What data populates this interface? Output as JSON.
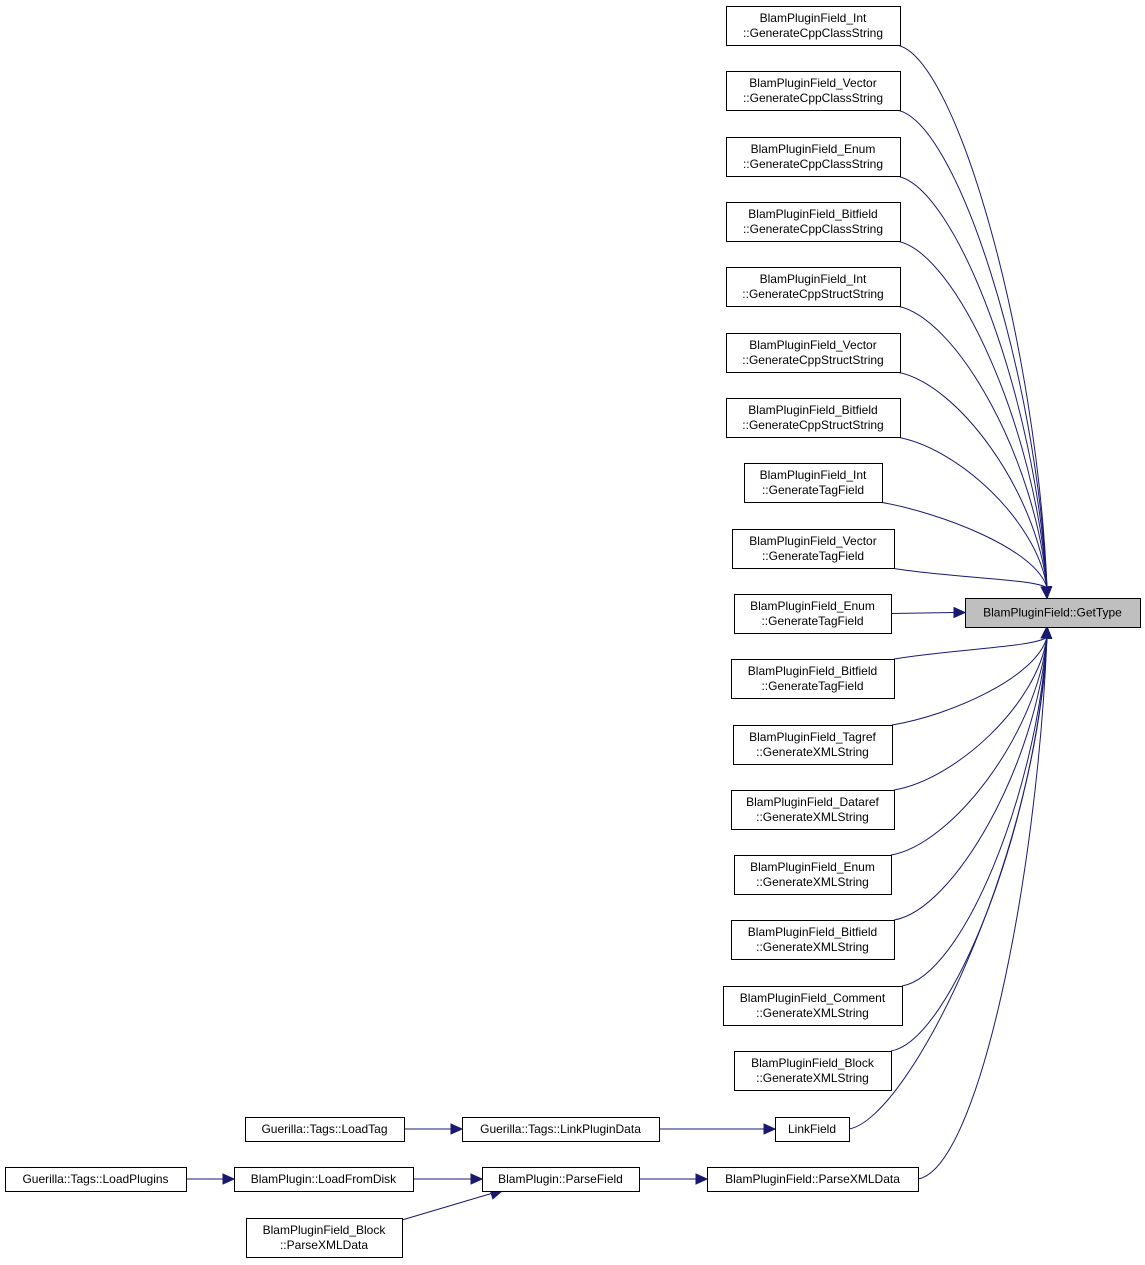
{
  "diagram": {
    "root": {
      "id": "gettype",
      "label": "BlamPluginField::GetType"
    },
    "nodes": [
      {
        "id": "int_class",
        "lines": [
          "BlamPluginField_Int",
          "::GenerateCppClassString"
        ]
      },
      {
        "id": "vector_class",
        "lines": [
          "BlamPluginField_Vector",
          "::GenerateCppClassString"
        ]
      },
      {
        "id": "enum_class",
        "lines": [
          "BlamPluginField_Enum",
          "::GenerateCppClassString"
        ]
      },
      {
        "id": "bitfield_class",
        "lines": [
          "BlamPluginField_Bitfield",
          "::GenerateCppClassString"
        ]
      },
      {
        "id": "int_struct",
        "lines": [
          "BlamPluginField_Int",
          "::GenerateCppStructString"
        ]
      },
      {
        "id": "vector_struct",
        "lines": [
          "BlamPluginField_Vector",
          "::GenerateCppStructString"
        ]
      },
      {
        "id": "bitfield_struct",
        "lines": [
          "BlamPluginField_Bitfield",
          "::GenerateCppStructString"
        ]
      },
      {
        "id": "int_tag",
        "lines": [
          "BlamPluginField_Int",
          "::GenerateTagField"
        ]
      },
      {
        "id": "vector_tag",
        "lines": [
          "BlamPluginField_Vector",
          "::GenerateTagField"
        ]
      },
      {
        "id": "enum_tag",
        "lines": [
          "BlamPluginField_Enum",
          "::GenerateTagField"
        ]
      },
      {
        "id": "bitfield_tag",
        "lines": [
          "BlamPluginField_Bitfield",
          "::GenerateTagField"
        ]
      },
      {
        "id": "tagref_xml",
        "lines": [
          "BlamPluginField_Tagref",
          "::GenerateXMLString"
        ]
      },
      {
        "id": "dataref_xml",
        "lines": [
          "BlamPluginField_Dataref",
          "::GenerateXMLString"
        ]
      },
      {
        "id": "enum_xml",
        "lines": [
          "BlamPluginField_Enum",
          "::GenerateXMLString"
        ]
      },
      {
        "id": "bitfield_xml",
        "lines": [
          "BlamPluginField_Bitfield",
          "::GenerateXMLString"
        ]
      },
      {
        "id": "comment_xml",
        "lines": [
          "BlamPluginField_Comment",
          "::GenerateXMLString"
        ]
      },
      {
        "id": "block_xml",
        "lines": [
          "BlamPluginField_Block",
          "::GenerateXMLString"
        ]
      },
      {
        "id": "linkfield",
        "lines": [
          "LinkField"
        ]
      },
      {
        "id": "parsexmldata",
        "lines": [
          "BlamPluginField::ParseXMLData"
        ]
      },
      {
        "id": "linkplugindata",
        "lines": [
          "Guerilla::Tags::LinkPluginData"
        ]
      },
      {
        "id": "loadtag",
        "lines": [
          "Guerilla::Tags::LoadTag"
        ]
      },
      {
        "id": "parsefield",
        "lines": [
          "BlamPlugin::ParseField"
        ]
      },
      {
        "id": "loadfromdisk",
        "lines": [
          "BlamPlugin::LoadFromDisk"
        ]
      },
      {
        "id": "loadplugins",
        "lines": [
          "Guerilla::Tags::LoadPlugins"
        ]
      },
      {
        "id": "block_parse",
        "lines": [
          "BlamPluginField_Block",
          "::ParseXMLData"
        ]
      }
    ],
    "edges": [
      {
        "from": "int_class",
        "to": "gettype"
      },
      {
        "from": "vector_class",
        "to": "gettype"
      },
      {
        "from": "enum_class",
        "to": "gettype"
      },
      {
        "from": "bitfield_class",
        "to": "gettype"
      },
      {
        "from": "int_struct",
        "to": "gettype"
      },
      {
        "from": "vector_struct",
        "to": "gettype"
      },
      {
        "from": "bitfield_struct",
        "to": "gettype"
      },
      {
        "from": "int_tag",
        "to": "gettype"
      },
      {
        "from": "vector_tag",
        "to": "gettype"
      },
      {
        "from": "enum_tag",
        "to": "gettype"
      },
      {
        "from": "bitfield_tag",
        "to": "gettype"
      },
      {
        "from": "tagref_xml",
        "to": "gettype"
      },
      {
        "from": "dataref_xml",
        "to": "gettype"
      },
      {
        "from": "enum_xml",
        "to": "gettype"
      },
      {
        "from": "bitfield_xml",
        "to": "gettype"
      },
      {
        "from": "comment_xml",
        "to": "gettype"
      },
      {
        "from": "block_xml",
        "to": "gettype"
      },
      {
        "from": "linkfield",
        "to": "gettype"
      },
      {
        "from": "parsexmldata",
        "to": "gettype"
      },
      {
        "from": "linkplugindata",
        "to": "linkfield"
      },
      {
        "from": "loadtag",
        "to": "linkplugindata"
      },
      {
        "from": "parsefield",
        "to": "parsexmldata"
      },
      {
        "from": "loadfromdisk",
        "to": "parsefield"
      },
      {
        "from": "loadplugins",
        "to": "loadfromdisk"
      },
      {
        "from": "block_parse",
        "to": "parsefield"
      }
    ],
    "colors": {
      "edge": "#191970",
      "root_fill": "#bfbfbf",
      "node_fill": "#ffffff",
      "node_stroke": "#000000"
    }
  }
}
